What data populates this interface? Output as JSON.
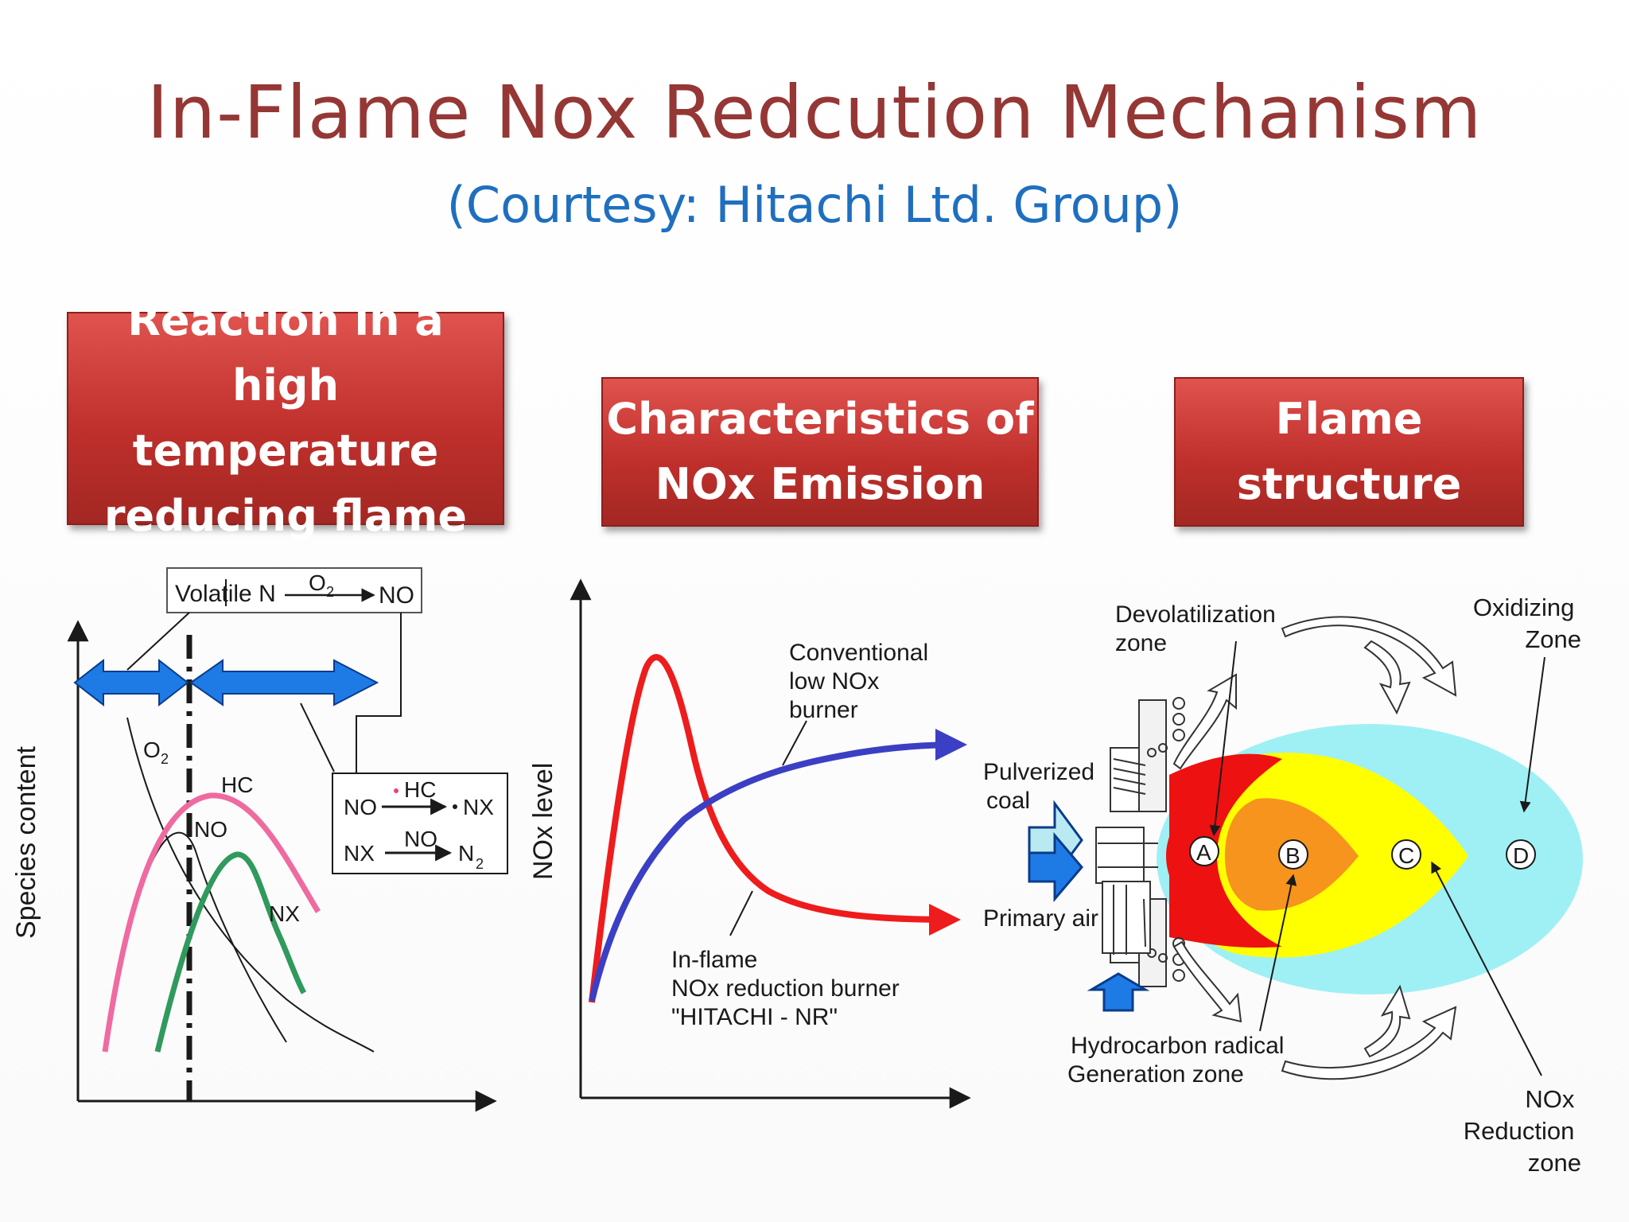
{
  "slide": {
    "title": "In-Flame Nox Redcution Mechanism",
    "subtitle": "(Courtesy: Hitachi Ltd. Group)"
  },
  "panels": [
    {
      "heading": "Reaction in a high\ntemperature\nreducing flame"
    },
    {
      "heading": "Characteristics of\nNOx Emission"
    },
    {
      "heading": "Flame\nstructure"
    }
  ],
  "diagram1": {
    "ylabel": "Species content",
    "box_top": {
      "left": "Volatile N",
      "over_arrow": "O",
      "over_arrow_sub": "2",
      "right": "NO"
    },
    "box_right": {
      "row1_left": "NO",
      "row1_over": "HC",
      "row1_right": "NX",
      "row2_left": "NX",
      "row2_over": "NO",
      "row2_right": "N",
      "row2_right_sub": "2"
    },
    "curve_labels": {
      "o2": "O",
      "o2_sub": "2",
      "hc": "HC",
      "no": "NO",
      "nx": "NX"
    },
    "colors": {
      "arrow": "#1e7be6",
      "hc": "#ef6aa0",
      "nx": "#2f9a5c"
    }
  },
  "diagram2": {
    "ylabel": "NOx level",
    "conventional_label": [
      "Conventional",
      "low NOx",
      "burner"
    ],
    "inflame_label": [
      "In-flame",
      "NOx reduction burner",
      "\"HITACHI - NR\""
    ],
    "colors": {
      "inflame": "#ee1c1c",
      "conventional": "#3b3fc4"
    }
  },
  "diagram3": {
    "devol_label": [
      "Devolatilization",
      "zone"
    ],
    "oxidizing_label": [
      "Oxidizing",
      "Zone"
    ],
    "pulverized_label": [
      "Pulverized",
      "coal"
    ],
    "primary_air_label": "Primary air",
    "hydrocarbon_label": [
      "Hydrocarbon radical",
      "Generation zone"
    ],
    "nox_reduction_label": [
      "NOx",
      "Reduction",
      "zone"
    ],
    "zone_letters": [
      "A",
      "B",
      "C",
      "D"
    ],
    "colors": {
      "zone_a": "#ee1111",
      "zone_b": "#f7941d",
      "zone_c": "#ffff00",
      "zone_d": "#9ff0f4",
      "air_arrow": "#1e7be6"
    }
  }
}
